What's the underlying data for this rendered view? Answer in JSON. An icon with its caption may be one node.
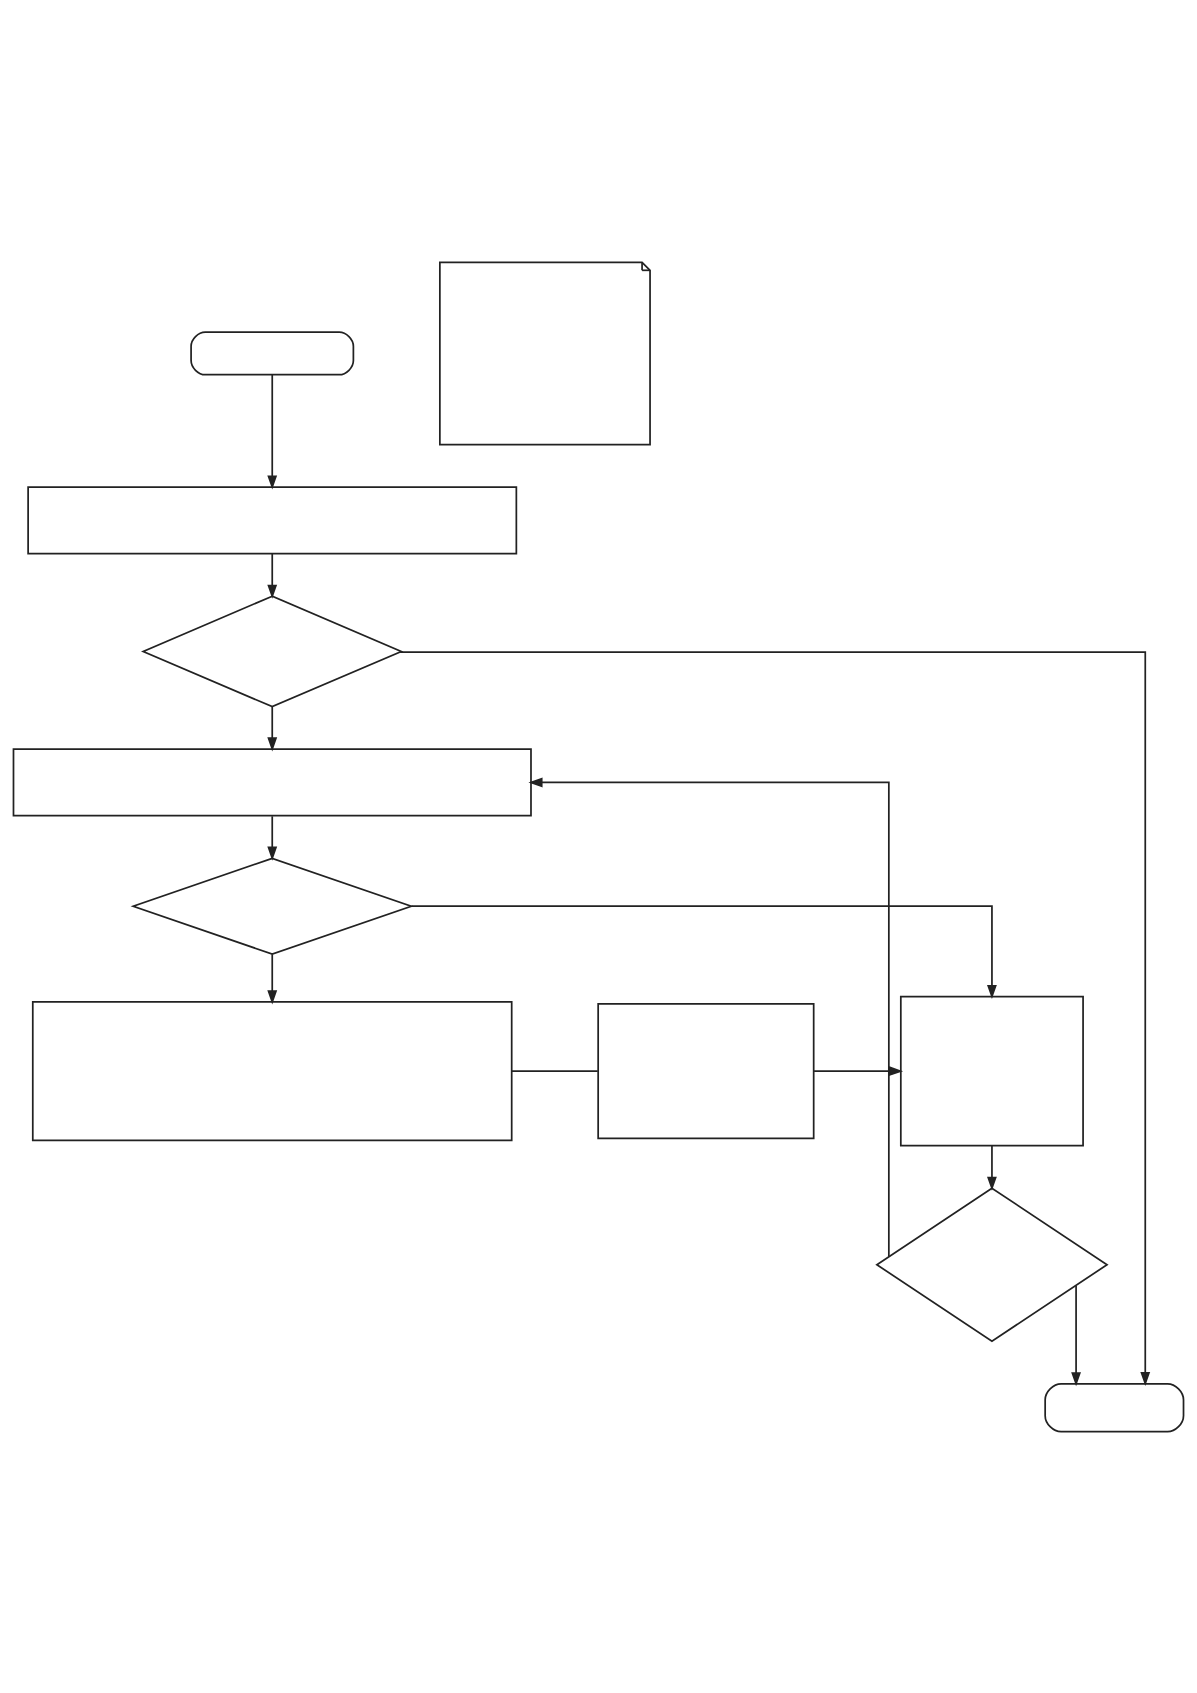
{
  "diagram": {
    "nodes": [
      {
        "text": [],
        "shape": "box"
      },
      {
        "text": [],
        "shape": "document"
      },
      {
        "text": [],
        "shape": "box"
      },
      {
        "text": [],
        "shape": "diamond"
      },
      {
        "text": [],
        "shape": "box"
      },
      {
        "text": [],
        "shape": "diamond"
      },
      {
        "text": [],
        "shape": "box"
      },
      {
        "text": [],
        "shape": "box"
      },
      {
        "text": [],
        "shape": "box"
      },
      {
        "text": [],
        "shape": "diamond"
      },
      {
        "text": [],
        "shape": "stadium"
      }
    ],
    "edges": [
      {
        "from": 0,
        "to": 2,
        "arrow": "to"
      },
      {
        "from": 2,
        "to": 3,
        "arrow": "to"
      },
      {
        "from": 3,
        "to": 10,
        "arrow": "to"
      },
      {
        "from": 3,
        "to": 4,
        "arrow": "to"
      },
      {
        "from": 4,
        "to": 5,
        "arrow": "to"
      },
      {
        "from": 5,
        "to": 6,
        "arrow": "to"
      },
      {
        "from": 5,
        "to": 8,
        "arrow": "to"
      },
      {
        "from": 6,
        "to": 7,
        "arrow": "none"
      },
      {
        "from": 7,
        "to": 8,
        "arrow": "to"
      },
      {
        "from": 8,
        "to": 9,
        "arrow": "to"
      },
      {
        "from": 9,
        "to": 4,
        "arrow": "to"
      },
      {
        "from": 9,
        "to": 10,
        "arrow": "to"
      }
    ]
  }
}
